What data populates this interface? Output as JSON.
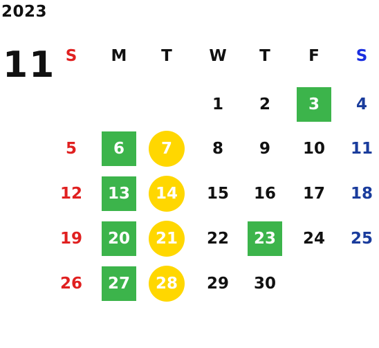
{
  "year": "2023",
  "month": "11",
  "weekday_headers": [
    "S",
    "M",
    "T",
    "W",
    "T",
    "F",
    "S"
  ],
  "colors": {
    "sunday": "#e02020",
    "saturday": "#1a3c9c",
    "saturday_header": "#1a2ee0",
    "green_highlight": "#3cb44b",
    "yellow_highlight": "#ffd700"
  },
  "weeks": [
    [
      null,
      null,
      null,
      {
        "d": "1"
      },
      {
        "d": "2"
      },
      {
        "d": "3",
        "mark": "green"
      },
      {
        "d": "4"
      }
    ],
    [
      {
        "d": "5"
      },
      {
        "d": "6",
        "mark": "green"
      },
      {
        "d": "7",
        "mark": "yellow"
      },
      {
        "d": "8"
      },
      {
        "d": "9"
      },
      {
        "d": "10"
      },
      {
        "d": "11"
      }
    ],
    [
      {
        "d": "12"
      },
      {
        "d": "13",
        "mark": "green"
      },
      {
        "d": "14",
        "mark": "yellow"
      },
      {
        "d": "15"
      },
      {
        "d": "16"
      },
      {
        "d": "17"
      },
      {
        "d": "18"
      }
    ],
    [
      {
        "d": "19"
      },
      {
        "d": "20",
        "mark": "green"
      },
      {
        "d": "21",
        "mark": "yellow"
      },
      {
        "d": "22"
      },
      {
        "d": "23",
        "mark": "green"
      },
      {
        "d": "24"
      },
      {
        "d": "25"
      }
    ],
    [
      {
        "d": "26"
      },
      {
        "d": "27",
        "mark": "green"
      },
      {
        "d": "28",
        "mark": "yellow"
      },
      {
        "d": "29"
      },
      {
        "d": "30"
      },
      null,
      null
    ]
  ]
}
